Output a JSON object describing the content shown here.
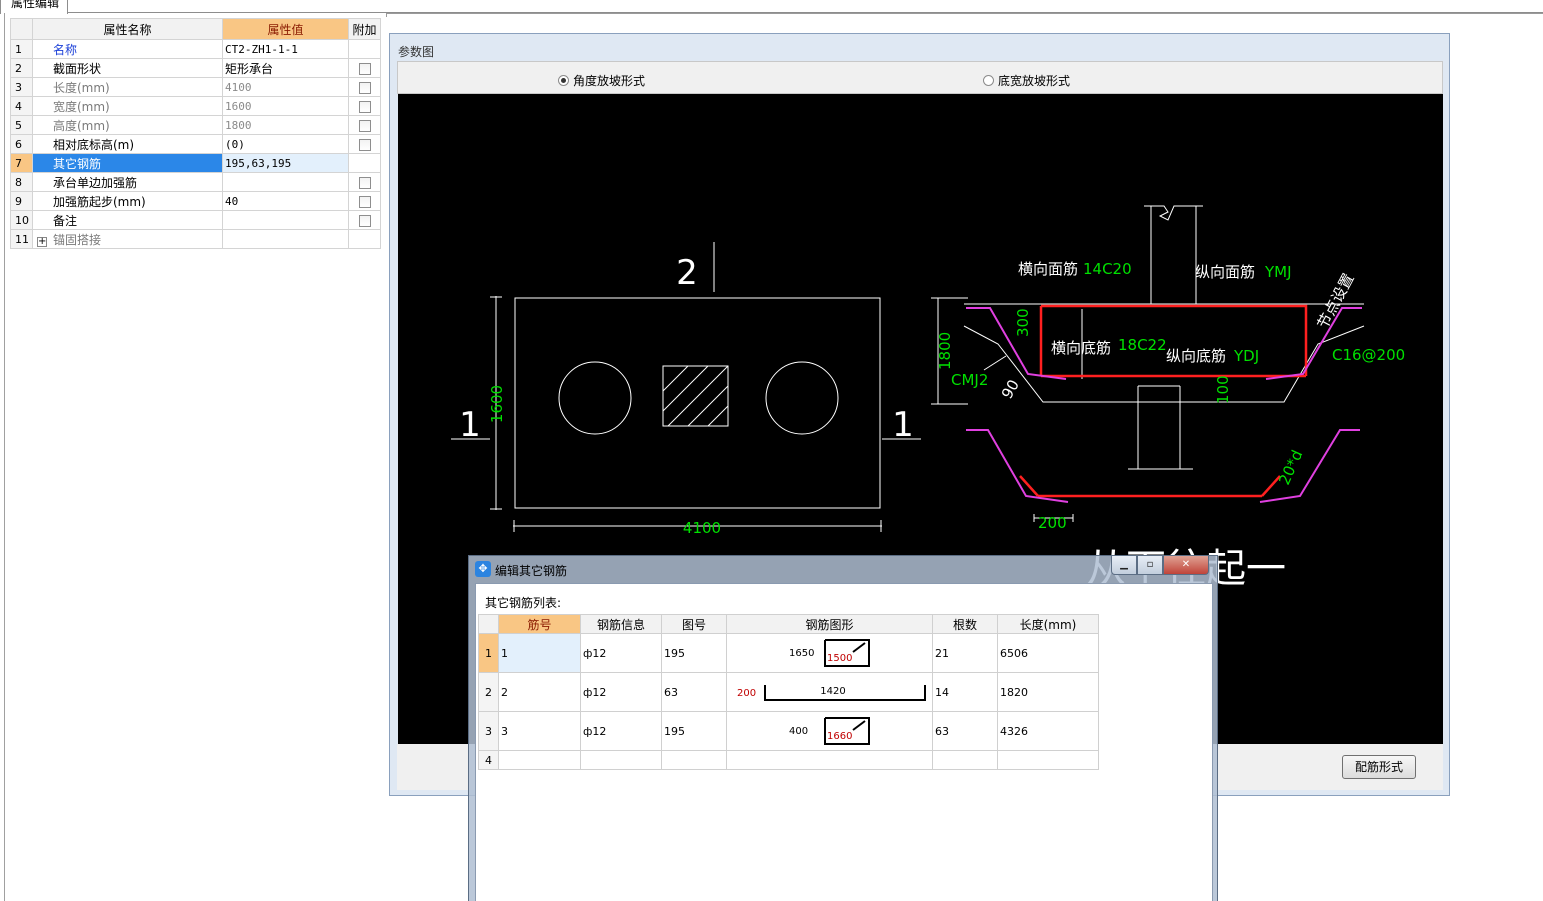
{
  "tab": {
    "label": "属性编辑"
  },
  "properties": {
    "headers": [
      "属性名称",
      "属性值",
      "附加"
    ],
    "rows": [
      {
        "idx": "1",
        "name": "名称",
        "value": "CT2-ZH1-1-1",
        "style": "blue",
        "check": false
      },
      {
        "idx": "2",
        "name": "截面形状",
        "value": "矩形承台",
        "style": "",
        "check": true
      },
      {
        "idx": "3",
        "name": "长度(mm)",
        "value": "4100",
        "style": "gray",
        "check": true
      },
      {
        "idx": "4",
        "name": "宽度(mm)",
        "value": "1600",
        "style": "gray",
        "check": true
      },
      {
        "idx": "5",
        "name": "高度(mm)",
        "value": "1800",
        "style": "gray",
        "check": true
      },
      {
        "idx": "6",
        "name": "相对底标高(m)",
        "value": "(0)",
        "style": "",
        "check": true
      },
      {
        "idx": "7",
        "name": "其它钢筋",
        "value": "195,63,195",
        "style": "sel",
        "check": false
      },
      {
        "idx": "8",
        "name": "承台单边加强筋",
        "value": "",
        "style": "",
        "check": true
      },
      {
        "idx": "9",
        "name": "加强筋起步(mm)",
        "value": "40",
        "style": "",
        "check": true
      },
      {
        "idx": "10",
        "name": "备注",
        "value": "",
        "style": "",
        "check": true
      },
      {
        "idx": "11",
        "name": "锚固搭接",
        "value": "",
        "style": "expand",
        "check": false
      }
    ],
    "expander_symbol": "+"
  },
  "param_window": {
    "title": "参数图",
    "radio_angle": "角度放坡形式",
    "radio_width": "底宽放坡形式",
    "selected_radio": "angle",
    "config_button": "配筋形式"
  },
  "cad": {
    "plan": {
      "top_label": "2",
      "left_label": "1",
      "right_label": "1",
      "width_dim": "4100",
      "height_dim": "1600"
    },
    "section": {
      "top_bar": "横向面筋",
      "top_bar_spec": "14C20",
      "top_long": "纵向面筋",
      "top_long_spec": "YMJ",
      "bottom_bar": "横向底筋",
      "bottom_bar_spec": "18C22",
      "bottom_long": "纵向底筋",
      "bottom_long_spec": "YDJ",
      "node": "节点设置",
      "side_spec": "C16@200",
      "height": "1800",
      "cover": "300",
      "side_bar": "CMJ2",
      "angle": "90",
      "bottom_dim": "100",
      "hook": "20*d",
      "hook_dim": "200"
    },
    "overlay_text": "从下往起一"
  },
  "dialog": {
    "title": "编辑其它钢筋",
    "icon": "✥",
    "min": "▁",
    "max": "▫",
    "close": "✕",
    "list_label": "其它钢筋列表:",
    "headers": [
      "筋号",
      "钢筋信息",
      "图号",
      "钢筋图形",
      "根数",
      "长度(mm)"
    ],
    "rows": [
      {
        "idx": "1",
        "no": "1",
        "info": "ф12",
        "fig": "195",
        "shape": "hook",
        "dim_a": "1650",
        "dim_b": "1500",
        "count": "21",
        "length": "6506"
      },
      {
        "idx": "2",
        "no": "2",
        "info": "ф12",
        "fig": "63",
        "shape": "channel",
        "dim_a": "1420",
        "dim_b": "200",
        "count": "14",
        "length": "1820"
      },
      {
        "idx": "3",
        "no": "3",
        "info": "ф12",
        "fig": "195",
        "shape": "hook",
        "dim_a": "400",
        "dim_b": "1660",
        "count": "63",
        "length": "4326"
      },
      {
        "idx": "4",
        "no": "",
        "info": "",
        "fig": "",
        "shape": "",
        "dim_a": "",
        "dim_b": "",
        "count": "",
        "length": ""
      }
    ]
  },
  "colors": {
    "cad_line": "#ffffff",
    "cad_dim": "#00e000",
    "cad_bar": "#ff2020",
    "cad_magenta": "#e040e0",
    "selection": "#2b87e8",
    "header_sel": "#f9c684"
  }
}
